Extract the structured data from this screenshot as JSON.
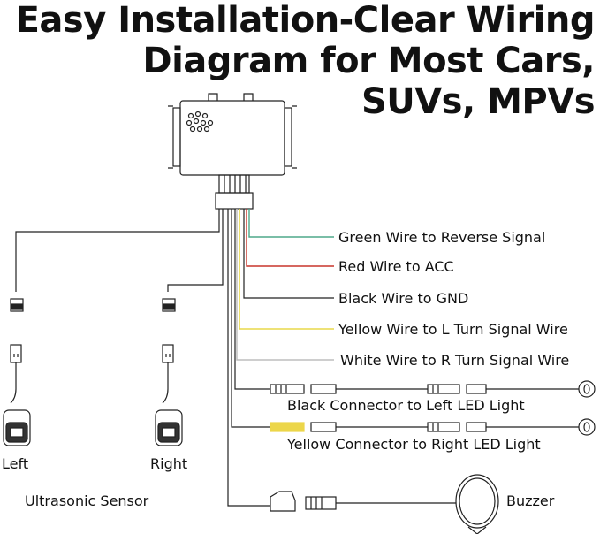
{
  "title": {
    "line1": "Easy Installation-Clear Wiring",
    "line2": "Diagram for Most Cars,",
    "line3": "SUVs, MPVs"
  },
  "wires": [
    {
      "label": "Green Wire to Reverse Signal",
      "color": "#4fa98a"
    },
    {
      "label": "Red Wire to ACC",
      "color": "#c8352c"
    },
    {
      "label": "Black Wire to GND",
      "color": "#222222"
    },
    {
      "label": "Yellow Wire to L Turn Signal Wire",
      "color": "#e8d84a"
    },
    {
      "label": "White Wire to R Turn Signal Wire",
      "color": "#c9c9c9"
    }
  ],
  "connectors": {
    "left_led": "Black Connector to Left LED Light",
    "right_led": "Yellow Connector to Right LED Light",
    "right_led_color": "#ecd64a"
  },
  "sensors": {
    "left": "Left",
    "right": "Right",
    "caption": "Ultrasonic Sensor"
  },
  "buzzer": "Buzzer"
}
